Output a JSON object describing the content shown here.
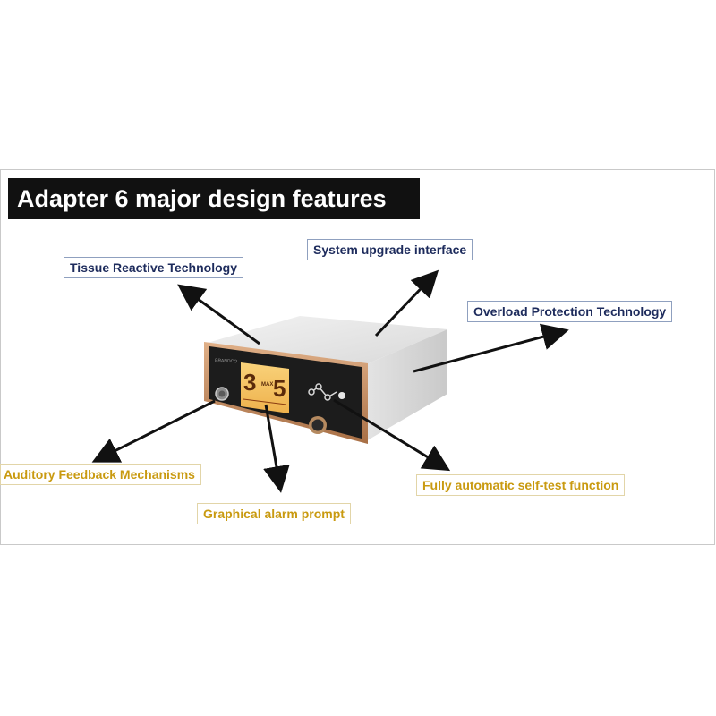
{
  "title": "Adapter 6 major design features",
  "labels": {
    "tissue": "Tissue Reactive Technology",
    "upgrade": "System upgrade interface",
    "overload": "Overload Protection Technology",
    "auditory": "Auditory Feedback Mechanisms",
    "selftest": "Fully automatic self-test function",
    "alarm": "Graphical alarm prompt"
  },
  "device": {
    "brand": "BRANDCO",
    "display": {
      "left_value": "3",
      "right_value": "5",
      "mid_label": "MAX"
    }
  },
  "colors": {
    "label_blue": "#1d2b5c",
    "label_gold": "#c99a10",
    "title_bg": "#111111",
    "bezel": "#1c1c1c",
    "trim": "#c98f62",
    "screen": "#f4c060"
  }
}
